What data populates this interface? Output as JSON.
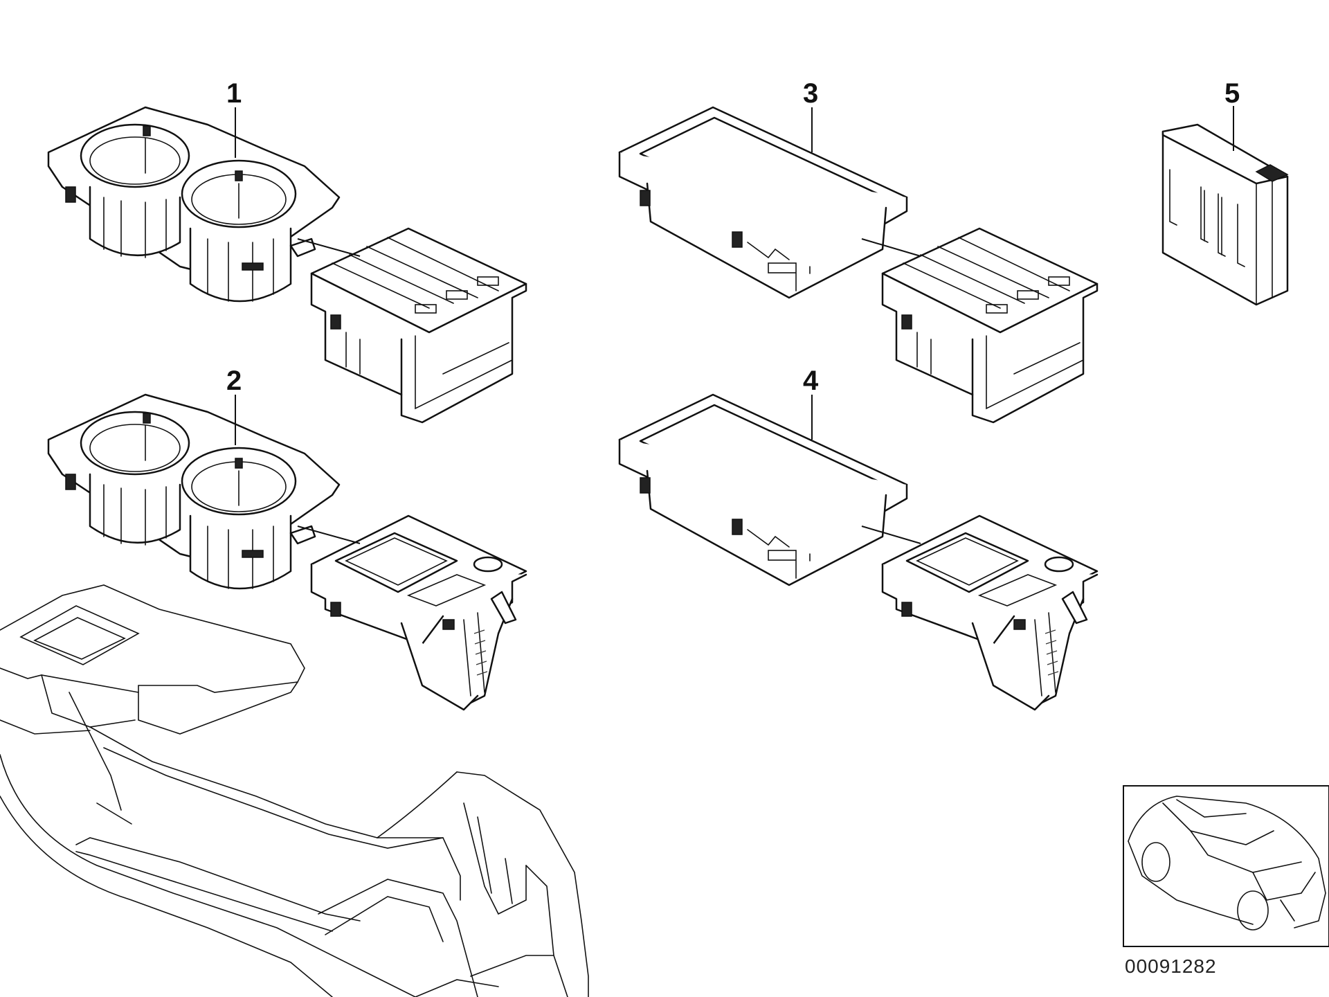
{
  "callouts": {
    "c1": "1",
    "c2": "2",
    "c3": "3",
    "c4": "4",
    "c5": "5"
  },
  "diagram_number": "00091282"
}
